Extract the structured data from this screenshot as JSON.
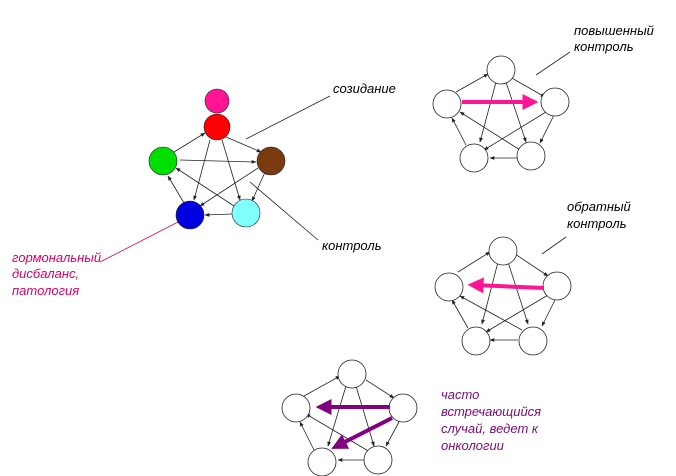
{
  "labels": {
    "creation": "созидание",
    "control": "контроль",
    "hormonal": [
      "гормональный",
      "дисбаланс,",
      "патология"
    ],
    "increased": [
      "повышенный",
      "контроль"
    ],
    "reverse": [
      "обратный",
      "контроль"
    ],
    "frequent": [
      "часто",
      "встречающийся",
      "случай, ведет к",
      "онкологии"
    ]
  },
  "colors": {
    "outline": "#222222",
    "pink": "#ff1493",
    "red": "#ff0000",
    "brown": "#7a3a10",
    "green": "#00e000",
    "blue": "#0000e0",
    "cyan": "#80ffff",
    "arrow_pink": "#ff1493",
    "arrow_purple": "#800080",
    "label_magenta": "#d4006a",
    "label_purple": "#7a0a7a"
  }
}
